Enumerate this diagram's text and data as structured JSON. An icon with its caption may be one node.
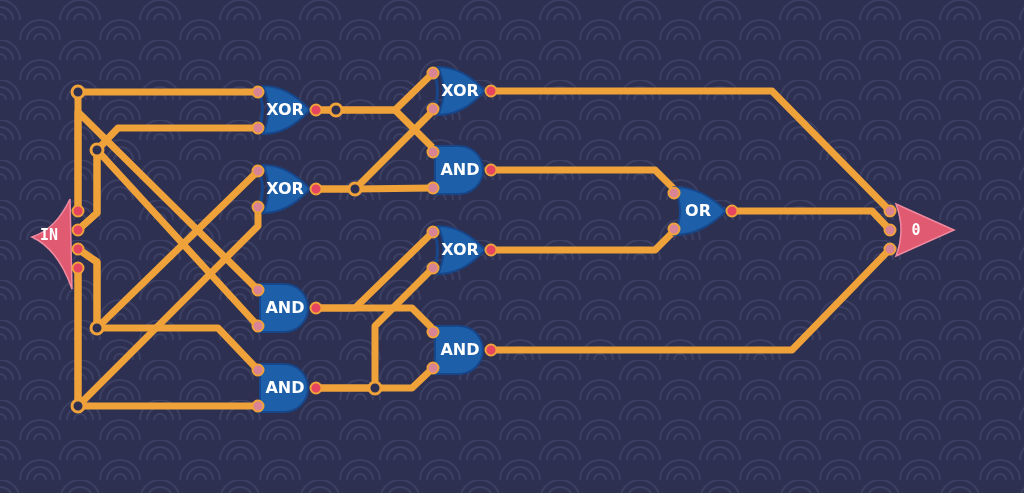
{
  "diagram": {
    "nodes": [
      {
        "text": [
          "IN"
        ]
      },
      {
        "text": [
          "XOR"
        ]
      },
      {
        "text": [
          "XOR"
        ]
      },
      {
        "text": [
          "AND"
        ]
      },
      {
        "text": [
          "AND"
        ]
      },
      {
        "text": [
          "XOR"
        ]
      },
      {
        "text": [
          "AND"
        ]
      },
      {
        "text": [
          "XOR"
        ]
      },
      {
        "text": [
          "AND"
        ]
      },
      {
        "text": [
          "OR"
        ]
      },
      {
        "text": [
          "0"
        ]
      }
    ],
    "edges": [
      {
        "from": 0,
        "to": 1,
        "arrow": "none"
      },
      {
        "from": 0,
        "to": 3,
        "arrow": "none"
      },
      {
        "from": 0,
        "to": 1,
        "arrow": "none"
      },
      {
        "from": 0,
        "to": 3,
        "arrow": "none"
      },
      {
        "from": 0,
        "to": 2,
        "arrow": "none"
      },
      {
        "from": 0,
        "to": 4,
        "arrow": "none"
      },
      {
        "from": 0,
        "to": 2,
        "arrow": "none"
      },
      {
        "from": 0,
        "to": 4,
        "arrow": "none"
      },
      {
        "from": 1,
        "to": 5,
        "arrow": "none"
      },
      {
        "from": 1,
        "to": 6,
        "arrow": "none"
      },
      {
        "from": 2,
        "to": 5,
        "arrow": "none"
      },
      {
        "from": 2,
        "to": 6,
        "arrow": "none"
      },
      {
        "from": 3,
        "to": 7,
        "arrow": "none"
      },
      {
        "from": 3,
        "to": 8,
        "arrow": "none"
      },
      {
        "from": 4,
        "to": 7,
        "arrow": "none"
      },
      {
        "from": 4,
        "to": 8,
        "arrow": "none"
      },
      {
        "from": 5,
        "to": 10,
        "arrow": "none"
      },
      {
        "from": 6,
        "to": 9,
        "arrow": "none"
      },
      {
        "from": 7,
        "to": 9,
        "arrow": "none"
      },
      {
        "from": 9,
        "to": 10,
        "arrow": "none"
      },
      {
        "from": 8,
        "to": 10,
        "arrow": "none"
      }
    ]
  }
}
